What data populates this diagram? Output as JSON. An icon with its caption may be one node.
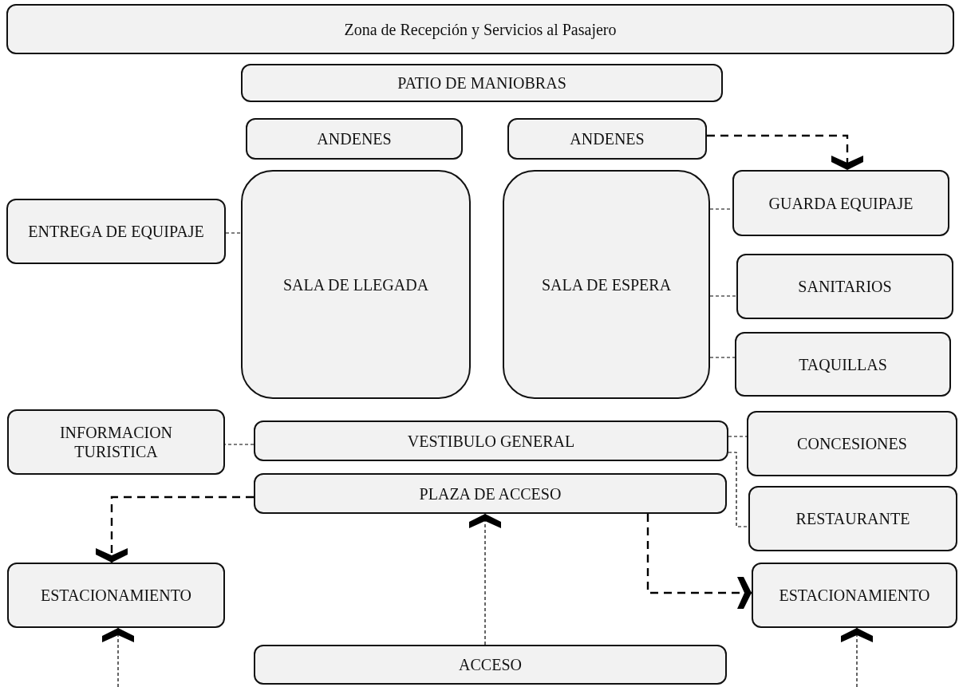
{
  "diagram": {
    "nodes": [
      {
        "text": [
          "Zona de Recepción y Servicios al Pasajero"
        ]
      },
      {
        "text": [
          "PATIO DE MANIOBRAS"
        ]
      },
      {
        "text": [
          "ANDENES"
        ]
      },
      {
        "text": [
          "ANDENES"
        ]
      },
      {
        "text": [
          "ENTREGA DE EQUIPAJE"
        ]
      },
      {
        "text": [
          "SALA DE LLEGADA"
        ]
      },
      {
        "text": [
          "SALA DE ESPERA"
        ]
      },
      {
        "text": [
          "GUARDA EQUIPAJE"
        ]
      },
      {
        "text": [
          "SANITARIOS"
        ]
      },
      {
        "text": [
          "TAQUILLAS"
        ]
      },
      {
        "text": [
          "INFORMACION TURISTICA"
        ]
      },
      {
        "text": [
          "VESTIBULO GENERAL"
        ]
      },
      {
        "text": [
          "CONCESIONES"
        ]
      },
      {
        "text": [
          "RESTAURANTE"
        ]
      },
      {
        "text": [
          "PLAZA DE ACCESO"
        ]
      },
      {
        "text": [
          "ESTACIONAMIENTO"
        ]
      },
      {
        "text": [
          "ESTACIONAMIENTO"
        ]
      },
      {
        "text": [
          "ACCESO"
        ]
      }
    ],
    "edges": [
      {
        "from": 3,
        "to": 7,
        "arrow": "to",
        "style": "dashed"
      },
      {
        "from": 4,
        "to": 5,
        "arrow": "none"
      },
      {
        "from": 6,
        "to": 7,
        "arrow": "none"
      },
      {
        "from": 6,
        "to": 8,
        "arrow": "none"
      },
      {
        "from": 6,
        "to": 9,
        "arrow": "none"
      },
      {
        "from": 11,
        "to": 10,
        "arrow": "none"
      },
      {
        "from": 11,
        "to": 12,
        "arrow": "none"
      },
      {
        "from": 11,
        "to": 13,
        "arrow": "none"
      },
      {
        "from": 14,
        "to": 15,
        "arrow": "to",
        "style": "dashed"
      },
      {
        "from": 14,
        "to": 16,
        "arrow": "to",
        "style": "dashed"
      },
      {
        "from": 17,
        "to": 14,
        "arrow": "to"
      },
      {
        "from": null,
        "to": 15,
        "arrow": "to"
      },
      {
        "from": null,
        "to": 16,
        "arrow": "to"
      }
    ]
  }
}
